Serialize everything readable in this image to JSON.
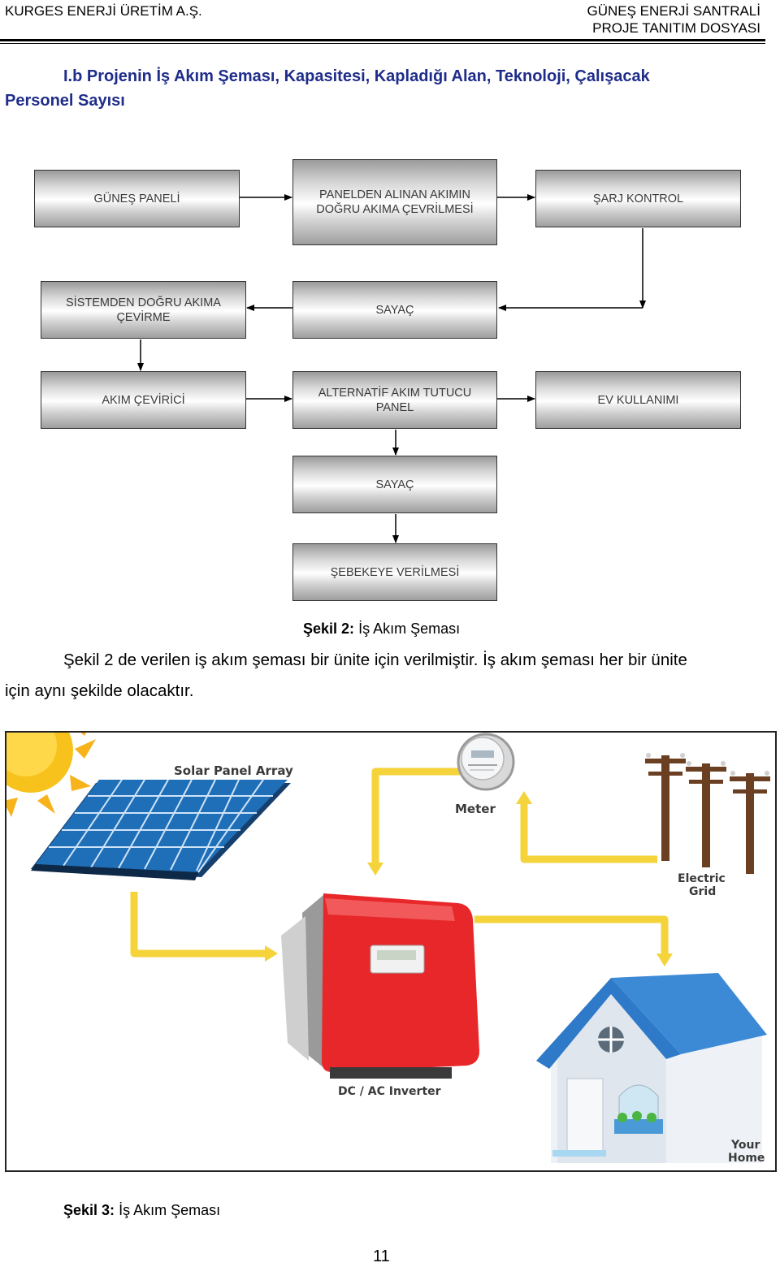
{
  "header": {
    "company": "KURGES ENERJİ ÜRETİM A.Ş.",
    "doc_line1": "GÜNEŞ ENERJİ SANTRALİ",
    "doc_line2": "PROJE TANITIM DOSYASI"
  },
  "section": {
    "title_line1": "I.b Projenin İş Akım Şeması, Kapasitesi, Kapladığı Alan, Teknoloji, Çalışacak",
    "title_line2": "Personel Sayısı"
  },
  "flow": {
    "gunes_paneli": "GÜNEŞ PANELİ",
    "dogru_akim": "PANELDEN ALINAN AKIMIN\nDOĞRU AKIMA ÇEVRİLMESİ",
    "sarj_kontrol": "ŞARJ KONTROL",
    "sistemden": "SİSTEMDEN DOĞRU AKIMA\nÇEVİRME",
    "sayac1": "SAYAÇ",
    "akim_cevirici": "AKIM ÇEVİRİCİ",
    "alternatif": "ALTERNATİF AKIM TUTUCU\nPANEL",
    "ev_kullanimi": "EV KULLANIMI",
    "sayac2": "SAYAÇ",
    "sebekeye": "ŞEBEKEYE VERİLMESİ"
  },
  "caption2": {
    "label": "Şekil 2:",
    "text": "İş Akım Şeması"
  },
  "paragraph": {
    "line1": "Şekil 2 de verilen iş akım şeması bir ünite için verilmiştir. İş akım şeması her bir ünite",
    "line2": "için aynı şekilde olacaktır."
  },
  "illustration": {
    "solar_label": "Solar Panel Array",
    "meter_label": "Meter",
    "grid_label_1": "Electric",
    "grid_label_2": "Grid",
    "inverter_label": "DC / AC Inverter",
    "home_label_1": "Your",
    "home_label_2": "Home",
    "colors": {
      "arrow": "#f5d33a",
      "panel": "#1f6fb8",
      "inverter": "#e8272a",
      "roof": "#2f7ac8",
      "pole": "#6b3f22"
    }
  },
  "caption3": {
    "label": "Şekil 3:",
    "text": "İş Akım Şeması"
  },
  "page_number": "11"
}
